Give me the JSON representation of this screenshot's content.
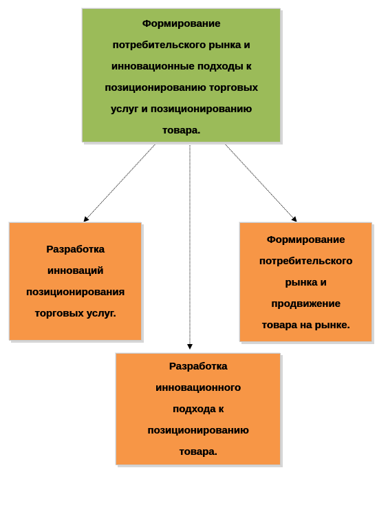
{
  "diagram": {
    "root": {
      "text": "Формирование\nпотребительского рынка и\nинновационные подходы к\nпозиционированию торговых\nуслуг и позиционированию\nтовара.",
      "color": "#9bbb59"
    },
    "children": [
      {
        "text": "Разработка\nинноваций\nпозиционирования\nторговых услуг.",
        "color": "#f79646"
      },
      {
        "text": "Разработка\nинновационного\nподхода к\nпозиционированию\nтовара.",
        "color": "#f79646"
      },
      {
        "text": "Формирование\nпотребительского\nрынка и\nпродвижение\nтовара на рынке.",
        "color": "#f79646"
      }
    ]
  }
}
